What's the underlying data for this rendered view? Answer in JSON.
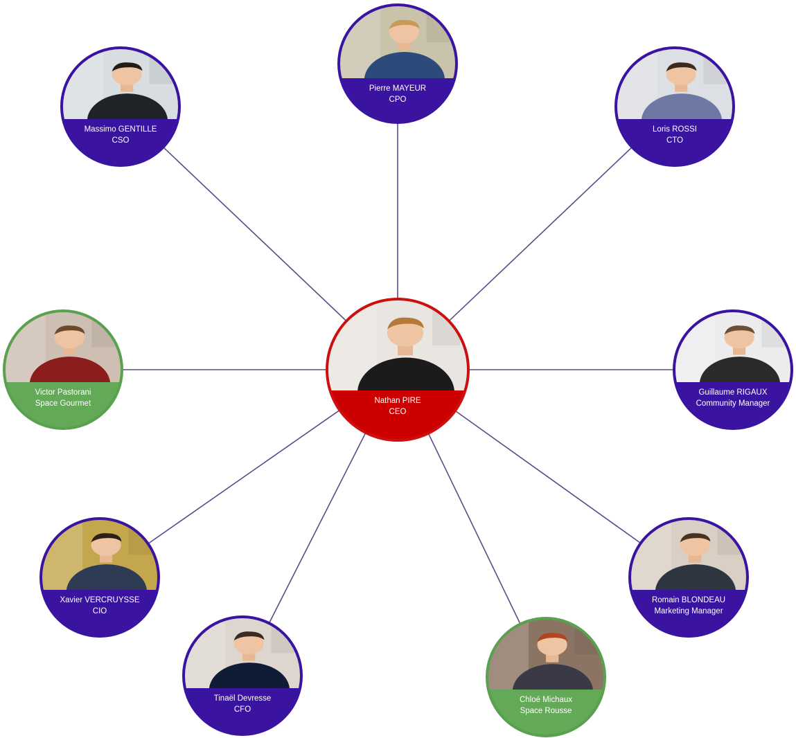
{
  "diagram": {
    "line_color": "#5b4a86",
    "colors": {
      "purple_ring": "#3a14a0",
      "purple_band": "#3a14a0",
      "red_ring": "#cc1010",
      "red_band": "#cc0000",
      "green_ring": "#5aa14f",
      "green_band": "#63a957"
    },
    "center": {
      "name": "Nathan PIRE",
      "role": "CEO",
      "color": "red",
      "icon": "person-photo-icon"
    },
    "members": [
      {
        "id": "pierre-mayeur",
        "name": "Pierre MAYEUR",
        "role": "CPO",
        "color": "purple",
        "icon": "person-photo-icon"
      },
      {
        "id": "loris-rossi",
        "name": "Loris ROSSI",
        "role": "CTO",
        "color": "purple",
        "icon": "person-photo-icon"
      },
      {
        "id": "guillaume-rigaux",
        "name": "Guillaume RIGAUX",
        "role": "Community Manager",
        "color": "purple",
        "icon": "person-photo-icon"
      },
      {
        "id": "romain-blondeau",
        "name": "Romain BLONDEAU",
        "role": "Marketing Manager",
        "color": "purple",
        "icon": "person-photo-icon"
      },
      {
        "id": "chloe-michaux",
        "name": "Chloé Michaux",
        "role": "Space Rousse",
        "color": "green",
        "icon": "person-photo-icon"
      },
      {
        "id": "tinael-devresse",
        "name": "Tinaël Devresse",
        "role": "CFO",
        "color": "purple",
        "icon": "person-photo-icon"
      },
      {
        "id": "xavier-vercruysse",
        "name": "Xavier VERCRUYSSE",
        "role": "CIO",
        "color": "purple",
        "icon": "person-photo-icon"
      },
      {
        "id": "victor-pastorani",
        "name": "Victor Pastorani",
        "role": "Space Gourmet",
        "color": "green",
        "icon": "person-photo-icon"
      },
      {
        "id": "massimo-gentille",
        "name": "Massimo GENTILLE",
        "role": "CSO",
        "color": "purple",
        "icon": "person-photo-icon"
      }
    ]
  }
}
